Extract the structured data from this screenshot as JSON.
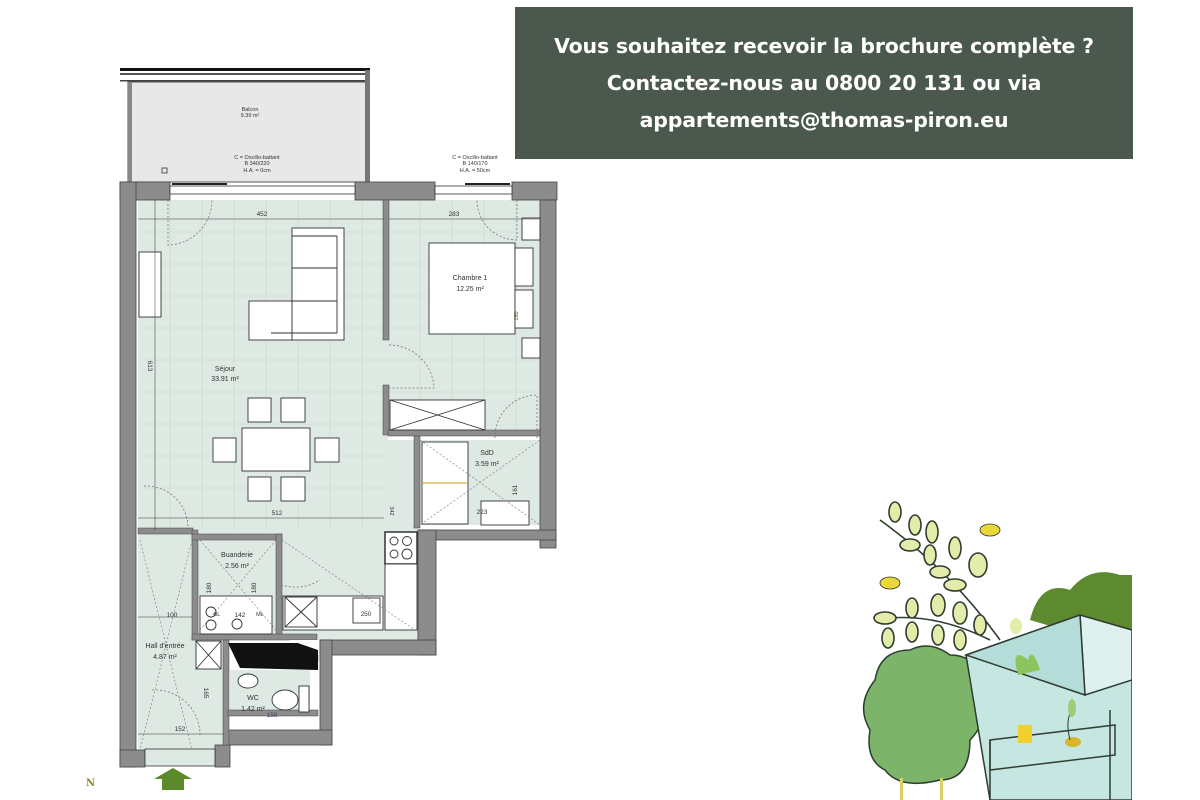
{
  "banner": {
    "line1": "Vous souhaitez recevoir la brochure complète ?",
    "line2": "Contactez-nous au 0800 20 131 ou via",
    "line3": "appartements@thomas-piron.eu",
    "phone": "0800 20 131",
    "email": "appartements@thomas-piron.eu",
    "background_color": "#4a584d",
    "text_color": "#ffffff"
  },
  "floor_plan": {
    "floor_color": "#dde9e2",
    "wall_color": "#8c8c8c",
    "rooms": [
      {
        "name": "Balcon",
        "area": "9.39 m²"
      },
      {
        "name": "Séjour",
        "area": "33.91 m²"
      },
      {
        "name": "Chambre 1",
        "area": "12.25 m²"
      },
      {
        "name": "SdD",
        "area": "3.59 m²"
      },
      {
        "name": "Buanderie",
        "area": "2.56 m²"
      },
      {
        "name": "Hall d'entrée",
        "area": "4.87 m²"
      },
      {
        "name": "WC",
        "area": "1.42 m²"
      }
    ],
    "windows": [
      {
        "type": "C = Oscillo-battant",
        "size": "B 340/220",
        "height": "H.A. = 0cm"
      },
      {
        "type": "C = Oscillo-battant",
        "size": "B 140/170",
        "height": "H.A. = 50cm"
      }
    ],
    "dimensions": {
      "sejour_width": "452",
      "chambre_width": "283",
      "sejour_depth": "613",
      "sejour_bottom": "512",
      "sdd_width": "223",
      "sdd_depth": "161",
      "bed_width": "160",
      "buanderie_left": "180",
      "buanderie_right": "180",
      "buanderie_width": "142",
      "kitchen_length": "250",
      "kitchen_depth": "342",
      "hall_width": "100",
      "hall_bottom": "152",
      "wc_depth": "165",
      "wc_width": "158"
    },
    "appliance_labels": {
      "dishwasher_left": "BL",
      "washing_machine": "ML"
    },
    "entrance_arrow_color": "#5a8a2a",
    "north_label": "N"
  },
  "illustration": {
    "description": "Green building with balcony, trees, leaves and bees"
  }
}
